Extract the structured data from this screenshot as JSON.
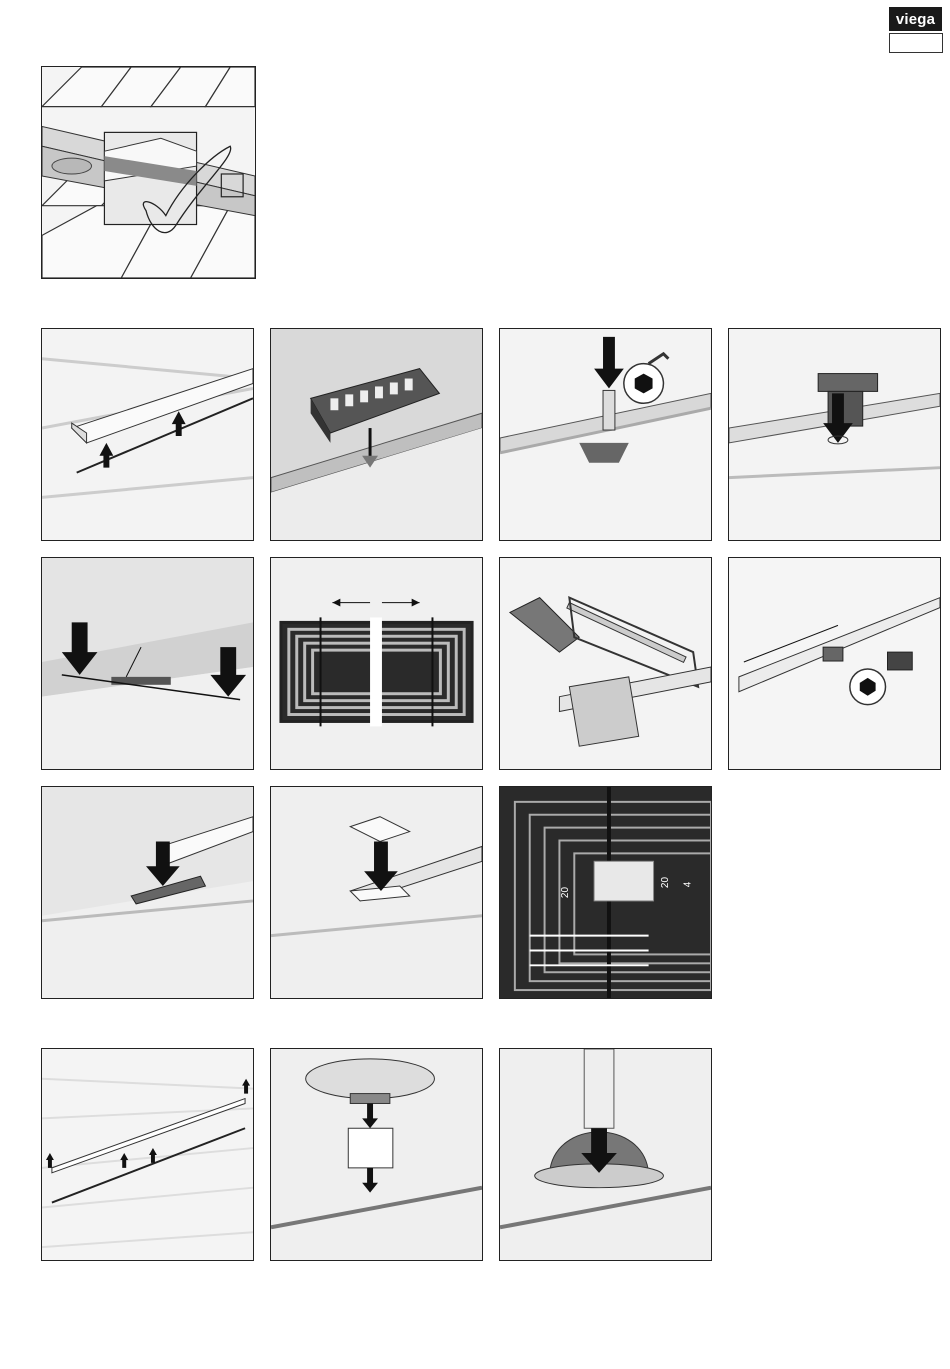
{
  "header": {
    "brand": "viega"
  },
  "steps": {
    "s06": {
      "left_arrow": "",
      "right_arrow": ""
    },
    "s11": {
      "dim_top_left": "20",
      "dim_top_right": "20",
      "dim_small": "4"
    }
  },
  "icons": [
    "hex-key-icon",
    "arrow-down-icon",
    "arrow-up-icon"
  ],
  "colors": {
    "brand_bg": "#1a1a1a",
    "panel_bg": "#f2f2f2",
    "line": "#222222"
  }
}
